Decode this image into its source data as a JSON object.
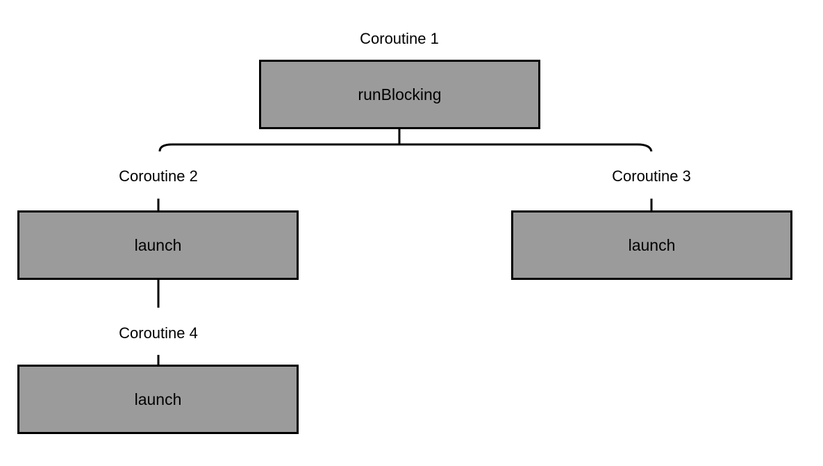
{
  "colors": {
    "node_fill": "#9b9b9b",
    "node_border": "#000000",
    "line": "#000000",
    "background": "#ffffff"
  },
  "nodes": [
    {
      "id": "coroutine-1",
      "caption": "Coroutine 1",
      "label": "runBlocking"
    },
    {
      "id": "coroutine-2",
      "caption": "Coroutine 2",
      "label": "launch"
    },
    {
      "id": "coroutine-3",
      "caption": "Coroutine 3",
      "label": "launch"
    },
    {
      "id": "coroutine-4",
      "caption": "Coroutine 4",
      "label": "launch"
    }
  ]
}
